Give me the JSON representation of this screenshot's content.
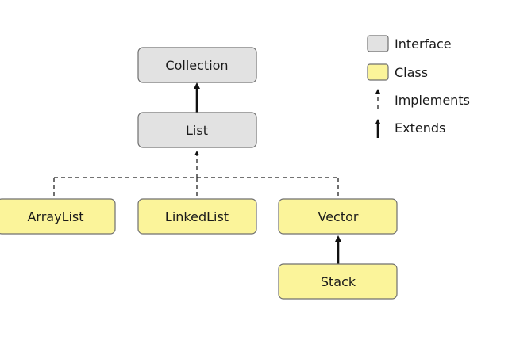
{
  "colors": {
    "interface_fill": "#e2e2e2",
    "class_fill": "#fbf49a",
    "border": "#6f6f6f",
    "line": "#111111"
  },
  "nodes": {
    "collection": {
      "label": "Collection",
      "kind": "interface"
    },
    "list": {
      "label": "List",
      "kind": "interface"
    },
    "arraylist": {
      "label": "ArrayList",
      "kind": "class"
    },
    "linkedlist": {
      "label": "LinkedList",
      "kind": "class"
    },
    "vector": {
      "label": "Vector",
      "kind": "class"
    },
    "stack": {
      "label": "Stack",
      "kind": "class"
    }
  },
  "relations": [
    {
      "from": "List",
      "to": "Collection",
      "type": "extends"
    },
    {
      "from": "ArrayList",
      "to": "List",
      "type": "implements"
    },
    {
      "from": "LinkedList",
      "to": "List",
      "type": "implements"
    },
    {
      "from": "Vector",
      "to": "List",
      "type": "implements"
    },
    {
      "from": "Stack",
      "to": "Vector",
      "type": "extends"
    }
  ],
  "legend": {
    "interface": "Interface",
    "class": "Class",
    "implements": "Implements",
    "extends": "Extends"
  }
}
